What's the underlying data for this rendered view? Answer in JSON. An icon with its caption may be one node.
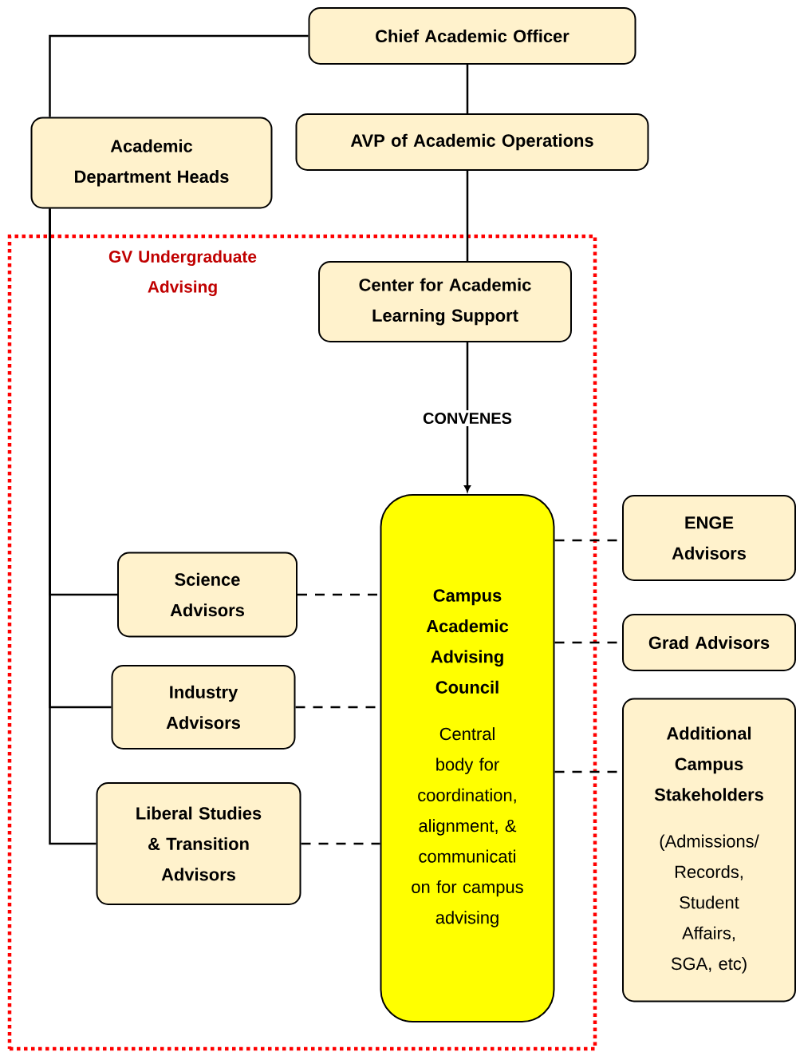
{
  "diagram": {
    "nodes": [
      {
        "text": [
          "Chief Academic Officer"
        ]
      },
      {
        "text": [
          "Academic Department Heads"
        ]
      },
      {
        "text": [
          "AVP of Academic Operations"
        ]
      },
      {
        "text": [
          "GV Undergraduate Advising"
        ]
      },
      {
        "text": [
          "Center for Academic Learning Support"
        ],
        "in": 3
      },
      {
        "text": [
          "Science Advisors"
        ],
        "in": 3
      },
      {
        "text": [
          "Industry Advisors"
        ],
        "in": 3
      },
      {
        "text": [
          "Liberal Studies & Transition Advisors"
        ],
        "in": 3
      },
      {
        "text": [
          "Campus Academic Advising Council",
          "Central body for coordination, alignment, & communicati on for campus advising"
        ],
        "in": 3
      },
      {
        "text": [
          "ENGE Advisors"
        ]
      },
      {
        "text": [
          "Grad Advisors"
        ]
      },
      {
        "text": [
          "Additional Campus Stakeholders",
          "(Admissions/ Records, Student Affairs, SGA, etc)"
        ]
      }
    ],
    "edges": [
      {
        "from": 0,
        "to": 1,
        "arrow": "none"
      },
      {
        "from": 0,
        "to": 2,
        "arrow": "none"
      },
      {
        "from": 2,
        "to": 4,
        "arrow": "none"
      },
      {
        "from": 4,
        "to": 8,
        "arrow": "to",
        "label": "CONVENES"
      },
      {
        "from": 1,
        "to": 5,
        "arrow": "none"
      },
      {
        "from": 1,
        "to": 6,
        "arrow": "none"
      },
      {
        "from": 1,
        "to": 7,
        "arrow": "none"
      },
      {
        "from": 5,
        "to": 8,
        "arrow": "none",
        "style": "dashed"
      },
      {
        "from": 6,
        "to": 8,
        "arrow": "none",
        "style": "dashed"
      },
      {
        "from": 7,
        "to": 8,
        "arrow": "none",
        "style": "dashed"
      },
      {
        "from": 8,
        "to": 9,
        "arrow": "none",
        "style": "dashed"
      },
      {
        "from": 8,
        "to": 10,
        "arrow": "none",
        "style": "dashed"
      },
      {
        "from": 8,
        "to": 11,
        "arrow": "none",
        "style": "dashed"
      }
    ]
  }
}
